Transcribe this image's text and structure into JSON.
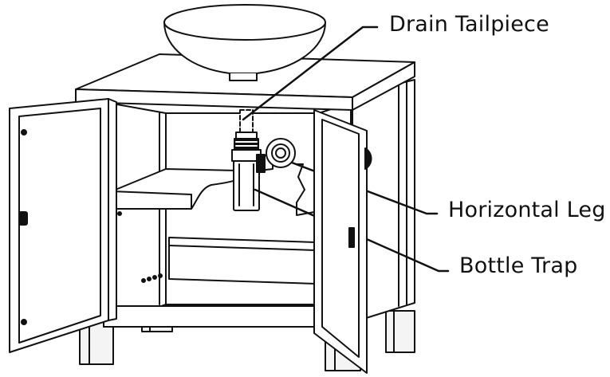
{
  "labels": {
    "drain_tailpiece": "Drain Tailpiece",
    "horizontal_leg": "Horizontal Leg",
    "bottle_trap": "Bottle Trap"
  },
  "colors": {
    "line": "#111111",
    "background": "#ffffff",
    "leg_fill": "#f4f4f4"
  }
}
